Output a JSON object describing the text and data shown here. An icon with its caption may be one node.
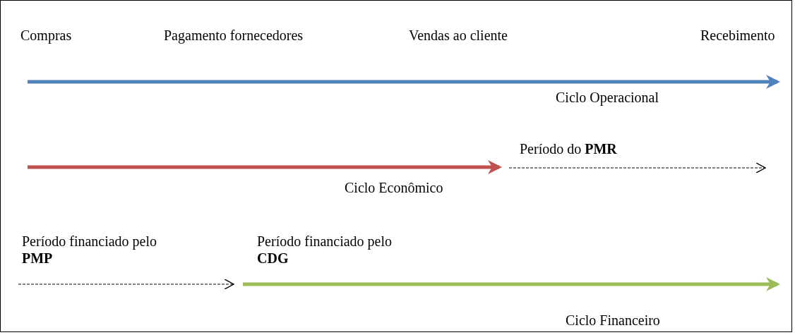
{
  "diagram": {
    "labels": [
      "Compras",
      "Pagamento fornecedores",
      "Vendas ao cliente",
      "Recebimento",
      "Ciclo Operacional",
      "Período do **PMR**",
      "Ciclo Econômico",
      "Período financiado pelo **PMP**",
      "Período financiado pelo **CDG**",
      "Ciclo Financeiro"
    ]
  }
}
